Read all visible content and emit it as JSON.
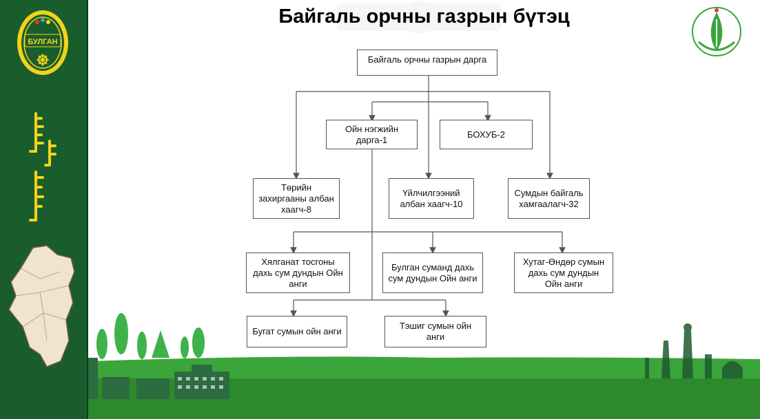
{
  "title": "Байгаль орчны газрын бүтэц",
  "sidebar": {
    "emblem_text": "БУЛГАН",
    "colors": {
      "background": "#1a5d2c",
      "emblem": "#f2d31b"
    }
  },
  "logo": {
    "icon": "leaf-emblem-icon"
  },
  "org_chart": {
    "head": "Байгаль орчны газрын дарга",
    "deputy": "Ойн нэгжийн дарга-1",
    "bokhub": "БОХУБ-2",
    "civil_servants": "Төрийн захиргааны албан хаагч-8",
    "service_staff": "Үйлчилгээний албан хаагч-10",
    "soum_rangers": "Сумдын байгаль хамгаалагч-32",
    "units": [
      "Хялганат тосгоны дахь сум дундын Ойн анги",
      "Булган суманд дахь сум дундын Ойн анги",
      "Хутаг-Өндөр сумын дахь сум дундын Ойн анги",
      "Бугат сумын ойн анги",
      "Тэшиг сумын ойн анги"
    ]
  },
  "colors": {
    "line": "#555555",
    "grass": "#3aa53a",
    "tree": "#3fb24a"
  }
}
